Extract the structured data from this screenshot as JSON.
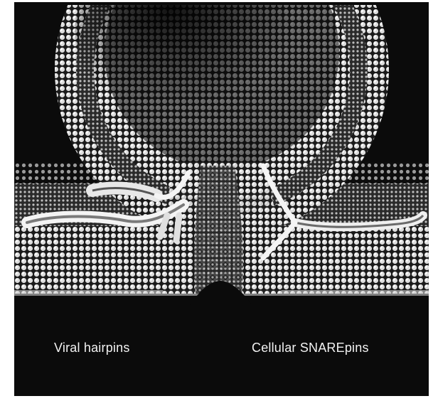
{
  "labels": {
    "left": "Viral hairpins",
    "right": "Cellular SNAREpins"
  },
  "colors": {
    "background": "#0b0b0b",
    "lipid_head": "#e9e9e9",
    "protein": "#f4f4f4"
  },
  "icons": [
    "vesicle-membrane",
    "target-membrane",
    "viral-hairpin-protein",
    "snarepin-protein",
    "fusion-pore"
  ]
}
